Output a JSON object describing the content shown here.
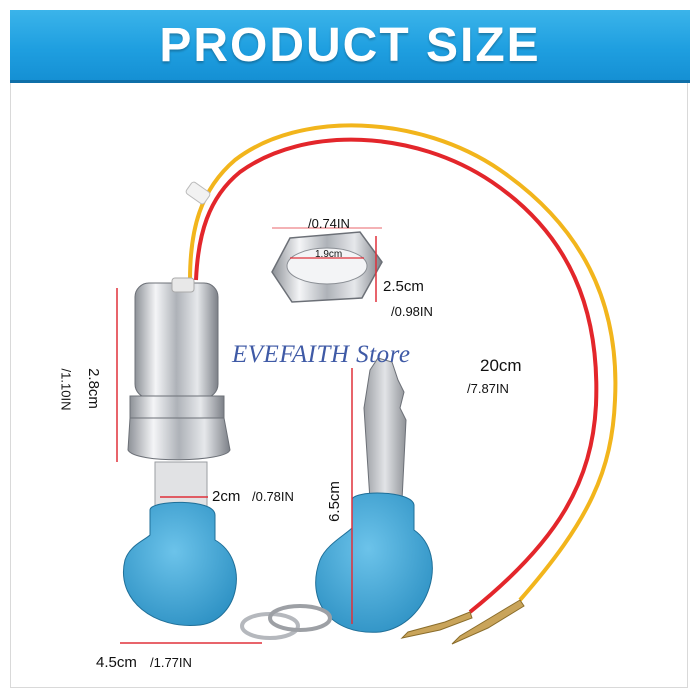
{
  "banner": {
    "title": "PRODUCT SIZE"
  },
  "watermark": "EVEFAITH Store",
  "dimensions": {
    "nut_width_in": "/0.74IN",
    "nut_inner_cm": "1.9cm",
    "nut_height_cm": "2.5cm",
    "nut_height_in": "/0.98IN",
    "cylinder_height_cm": "2.8cm",
    "cylinder_height_in": "/1.10IN",
    "shaft_length_cm": "2cm",
    "shaft_length_in": "/0.78IN",
    "key_length_cm": "6.5cm",
    "wire_length_cm": "20cm",
    "wire_length_in": "/7.87IN",
    "key_width_cm": "4.5cm",
    "key_width_in": "/1.77IN"
  },
  "colors": {
    "banner": "#1f9fe0",
    "dimension_line": "#e0303a",
    "wire_red": "#e3262b",
    "wire_yellow": "#f2b51c",
    "key_head": "#3fa6d6",
    "metal": "#c9ccd1"
  }
}
